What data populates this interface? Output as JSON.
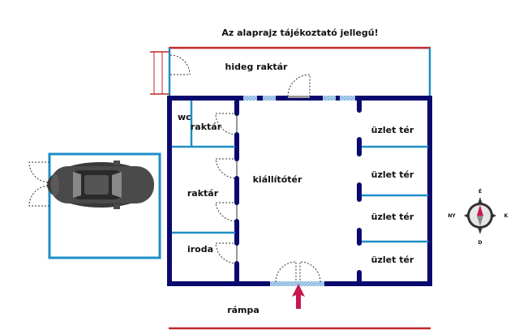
{
  "title": "Az alaprajz tájékoztató jellegű!",
  "rooms": {
    "cold_storage": "hideg raktár",
    "wc": "wc",
    "storage_small": "raktár",
    "storage": "raktár",
    "office": "iroda",
    "showroom": "kiállítótér",
    "shop1": "üzlet tér",
    "shop2": "üzlet tér",
    "shop3": "üzlet tér",
    "shop4": "üzlet tér",
    "ramp": "rámpa"
  },
  "compass": {
    "north": "É",
    "south": "D",
    "east": "K",
    "west": "NY"
  },
  "colors": {
    "wall": "#0a0a6e",
    "partition": "#1e8fc8",
    "boundary": "#c0282d",
    "window": "#9cc6e6",
    "entrance_arrow": "#c8184e"
  }
}
